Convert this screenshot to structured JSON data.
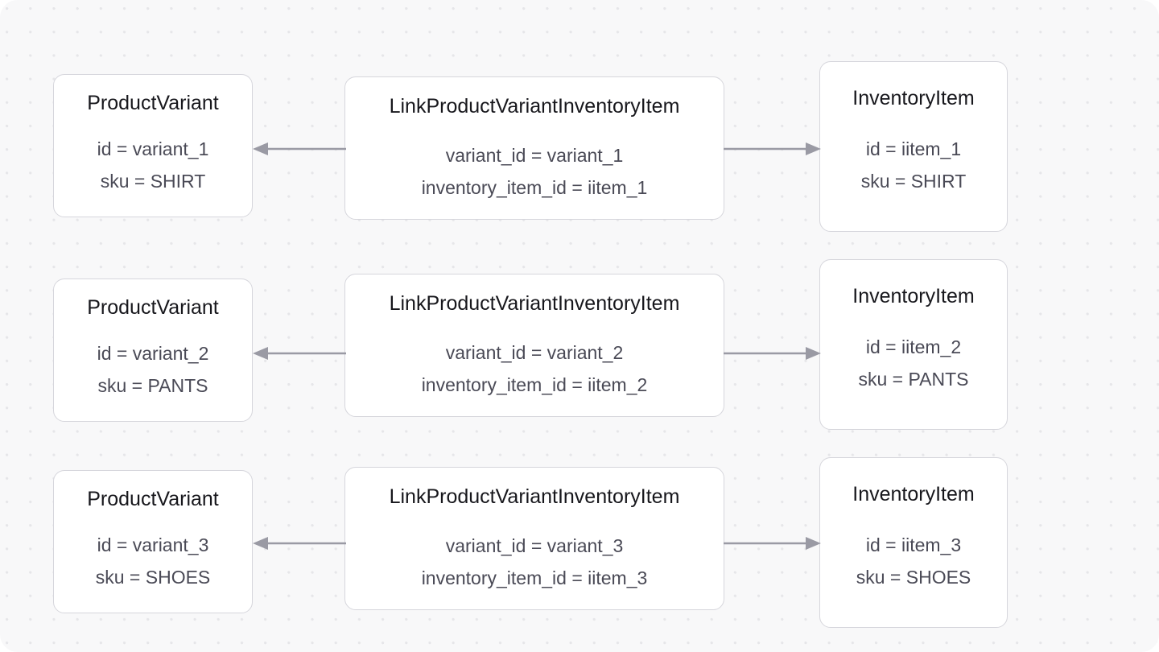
{
  "diagram": {
    "type": "entity-link-diagram",
    "background": {
      "canvas_color": "#f8f8f9",
      "dot_color": "#e6e6e9",
      "page_color": "#ffffff"
    },
    "node_style": {
      "fill": "#ffffff",
      "border": "#d6d6dc",
      "title_color": "#17171c",
      "attr_color": "#4a4a56",
      "edge_color": "#9a9aa4"
    },
    "rows": [
      {
        "left": {
          "title": "ProductVariant",
          "attrs": [
            "id = variant_1",
            "sku = SHIRT"
          ]
        },
        "middle": {
          "title": "LinkProductVariantInventoryItem",
          "attrs": [
            "variant_id = variant_1",
            "inventory_item_id = iitem_1"
          ]
        },
        "right": {
          "title": "InventoryItem",
          "attrs": [
            "id = iitem_1",
            "sku = SHIRT"
          ]
        },
        "edge_left": {
          "direction": "left",
          "from": "middle",
          "to": "left"
        },
        "edge_right": {
          "direction": "right",
          "from": "middle",
          "to": "right"
        }
      },
      {
        "left": {
          "title": "ProductVariant",
          "attrs": [
            "id = variant_2",
            "sku = PANTS"
          ]
        },
        "middle": {
          "title": "LinkProductVariantInventoryItem",
          "attrs": [
            "variant_id = variant_2",
            "inventory_item_id = iitem_2"
          ]
        },
        "right": {
          "title": "InventoryItem",
          "attrs": [
            "id = iitem_2",
            "sku = PANTS"
          ]
        },
        "edge_left": {
          "direction": "left",
          "from": "middle",
          "to": "left"
        },
        "edge_right": {
          "direction": "right",
          "from": "middle",
          "to": "right"
        }
      },
      {
        "left": {
          "title": "ProductVariant",
          "attrs": [
            "id = variant_3",
            "sku = SHOES"
          ]
        },
        "middle": {
          "title": "LinkProductVariantInventoryItem",
          "attrs": [
            "variant_id = variant_3",
            "inventory_item_id = iitem_3"
          ]
        },
        "right": {
          "title": "InventoryItem",
          "attrs": [
            "id = iitem_3",
            "sku = SHOES"
          ]
        },
        "edge_left": {
          "direction": "left",
          "from": "middle",
          "to": "left"
        },
        "edge_right": {
          "direction": "right",
          "from": "middle",
          "to": "right"
        }
      }
    ]
  }
}
